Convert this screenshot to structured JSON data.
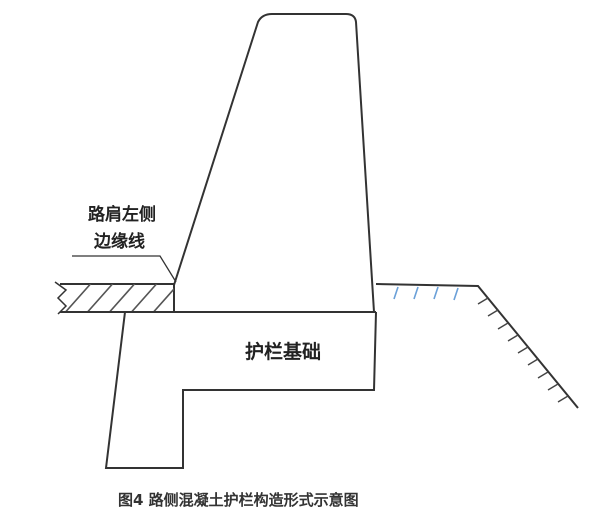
{
  "labels": {
    "road_shoulder_edge_line_1": "路肩左侧",
    "road_shoulder_edge_line_2": "边缘线",
    "guardrail_foundation": "护栏基础",
    "figure_caption": "图4  路侧混凝土护栏构造形式示意图"
  },
  "colors": {
    "line": "#333333",
    "slope_hatch": "#6aa0d8",
    "background": "#ffffff"
  }
}
